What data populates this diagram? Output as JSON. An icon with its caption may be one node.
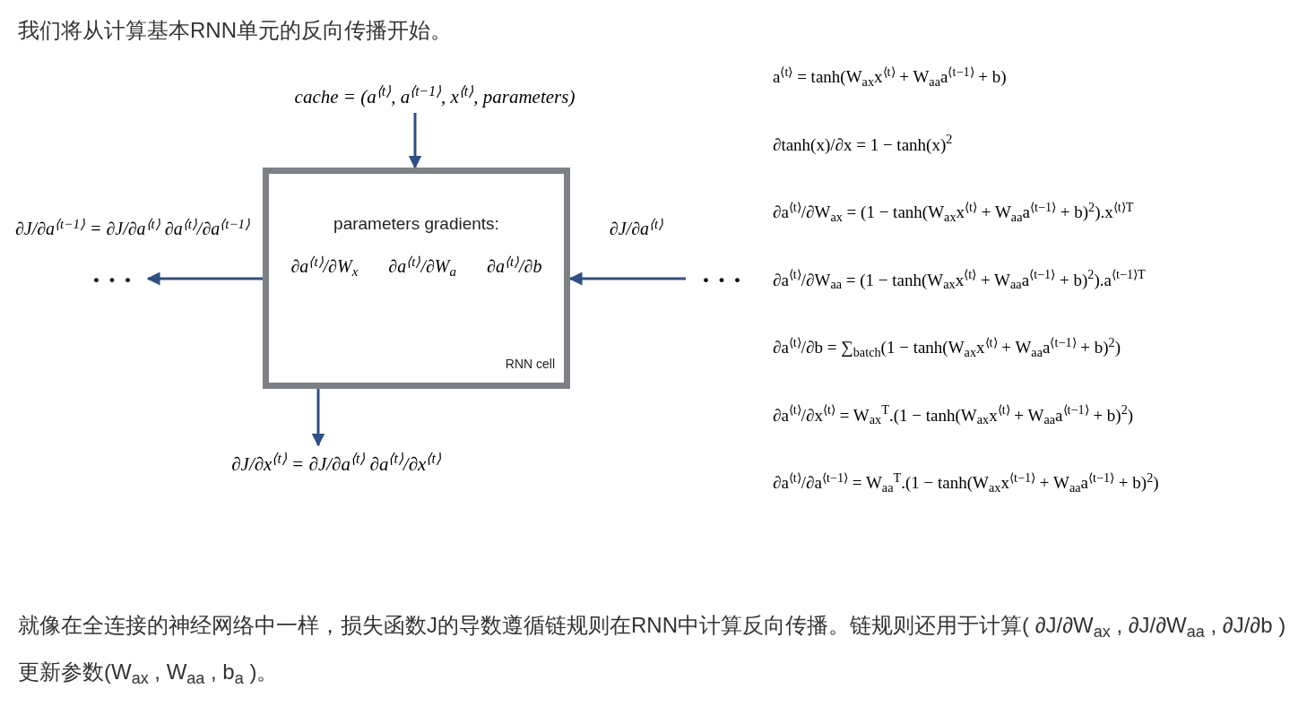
{
  "diagram": {
    "title": "我们将从计算基本RNN单元的反向传播开始。",
    "caption": "就像在全连接的神经网络中一样，损失函数J的导数遵循链规则在RNN中计算反向传播。链规则还用于计算( ∂J/∂W$_{ax}$ , ∂J/∂W$_{aa}$ , ∂J/∂b )更新参数(W$_{ax}$ , W$_{aa}$ , b$_{a}$ )。",
    "nodes": [
      {
        "text": [
          "parameters gradients:",
          "∂a$^{⟨t⟩}$/∂W$_{x}$",
          "∂a$^{⟨t⟩}$/∂W$_{a}$",
          "∂a$^{⟨t⟩}$/∂b",
          "RNN cell"
        ]
      },
      {
        "text": [
          "cache = (a$^{⟨t⟩}$, a$^{⟨t−1⟩}$, x$^{⟨t⟩}$, parameters)"
        ]
      },
      {
        "text": [
          "· · ·"
        ]
      },
      {
        "text": [
          "· · ·"
        ]
      },
      {
        "text": [
          "∂J/∂x$^{⟨t⟩}$ = ∂J/∂a$^{⟨t⟩}$ ∂a$^{⟨t⟩}$/∂x$^{⟨t⟩}$"
        ]
      }
    ],
    "edges": [
      {
        "from": 1,
        "to": 0,
        "arrow": "to"
      },
      {
        "from": 2,
        "to": 0,
        "arrow": "to",
        "label": "∂J/∂a$^{⟨t⟩}$"
      },
      {
        "from": 0,
        "to": 3,
        "arrow": "to",
        "label": "∂J/∂a$^{⟨t−1⟩}$ = ∂J/∂a$^{⟨t⟩}$ ∂a$^{⟨t⟩}$/∂a$^{⟨t−1⟩}$"
      },
      {
        "from": 0,
        "to": 4,
        "arrow": "to"
      }
    ],
    "labels": [
      "a$^{⟨t⟩}$ = tanh(W$_{ax}$x$^{⟨t⟩}$ + W$_{aa}$a$^{⟨t−1⟩}$ + b)",
      "∂tanh(x)/∂x = 1 − tanh(x)$^{2}$",
      "∂a$^{⟨t⟩}$/∂W$_{ax}$ = (1 − tanh(W$_{ax}$x$^{⟨t⟩}$ + W$_{aa}$a$^{⟨t−1⟩}$ + b)$^{2}$).x$^{⟨t⟩T}$",
      "∂a$^{⟨t⟩}$/∂W$_{aa}$ = (1 − tanh(W$_{ax}$x$^{⟨t⟩}$ + W$_{aa}$a$^{⟨t−1⟩}$ + b)$^{2}$).a$^{⟨t−1⟩T}$",
      "∂a$^{⟨t⟩}$/∂b = ∑$_{batch}$(1 − tanh(W$_{ax}$x$^{⟨t⟩}$ + W$_{aa}$a$^{⟨t−1⟩}$ + b)$^{2}$)",
      "∂a$^{⟨t⟩}$/∂x$^{⟨t⟩}$ = W$_{ax}$$^{T}$.(1 − tanh(W$_{ax}$x$^{⟨t⟩}$ + W$_{aa}$a$^{⟨t−1⟩}$ + b)$^{2}$)",
      "∂a$^{⟨t⟩}$/∂a$^{⟨t−1⟩}$ = W$_{aa}$$^{T}$.(1 − tanh(W$_{ax}$x$^{⟨t−1⟩}$ + W$_{aa}$a$^{⟨t−1⟩}$ + b)$^{2}$)"
    ]
  }
}
